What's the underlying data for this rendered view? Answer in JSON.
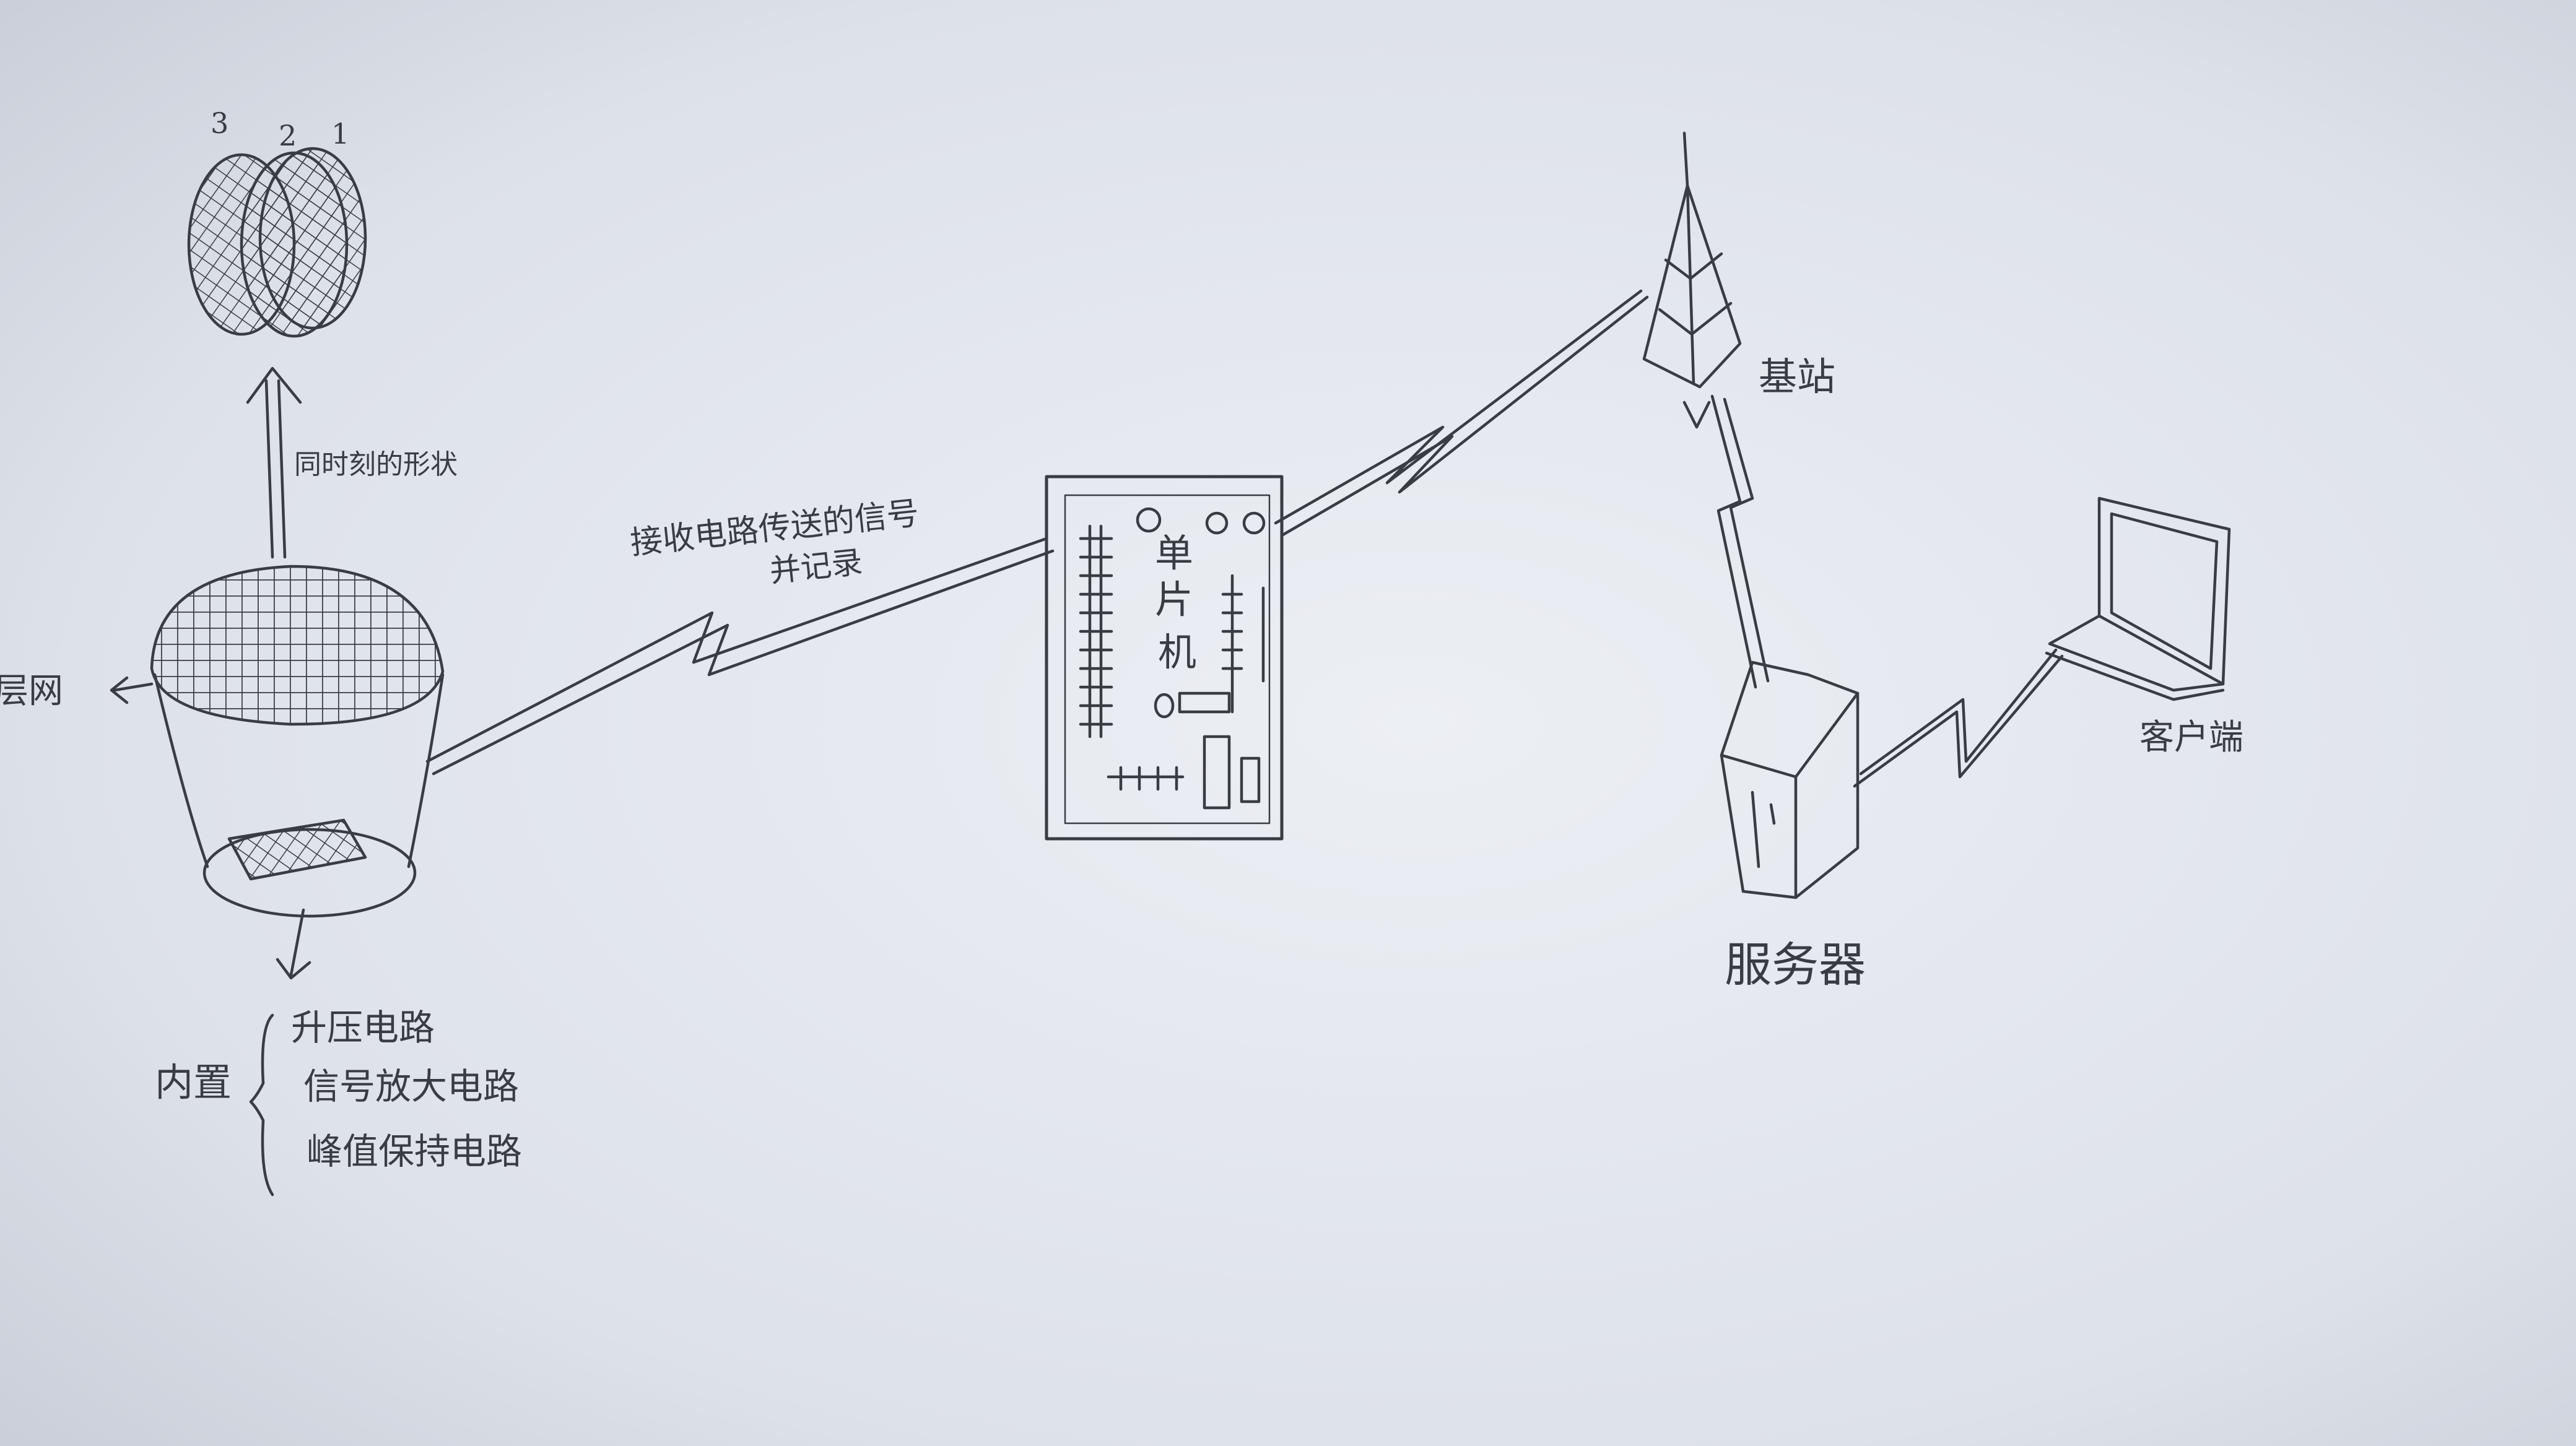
{
  "labels": {
    "layer_numbers": [
      "3",
      "2",
      "1"
    ],
    "deform_caption": "同时刻的形状",
    "grid_layer": "层网",
    "receive_caption_line1": "接收电路传送的信号",
    "receive_caption_line2": "并记录",
    "mcu_line1": "单",
    "mcu_line2": "片",
    "mcu_line3": "机",
    "base_station": "基站",
    "server": "服务器",
    "client": "客户端",
    "builtin_title": "内置",
    "builtin_items": [
      "升压电路",
      "信号放大电路",
      "峰值保持电路"
    ]
  },
  "colors": {
    "paper": "#dfe3ea",
    "pencil": "#3a3c44"
  }
}
